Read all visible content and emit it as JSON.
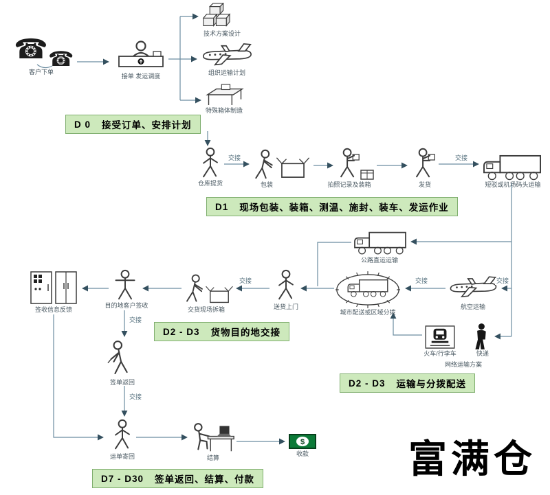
{
  "brand": "富满仓",
  "icons": {
    "phone": "☎",
    "dollar": "$"
  },
  "labels": {
    "handover": "交接"
  },
  "stages": {
    "d0": {
      "code": "D 0",
      "title": "接受订单、安排计划"
    },
    "d1": {
      "code": "D1",
      "title": "现场包装、装箱、测温、施封、装车、发运作业"
    },
    "dest": {
      "code": "D2 - D3",
      "title": "货物目的地交接"
    },
    "transport": {
      "code": "D2 - D3",
      "title": "运输与分拨配送"
    },
    "settle": {
      "code": "D7 - D30",
      "title": "签单返回、结算、付款"
    }
  },
  "nodes": {
    "customer_order": "客户下单",
    "order_dispatch": "接单 发运调度",
    "tech_design": "技术方案设计",
    "transport_plan": "组织运输计划",
    "special_container": "特殊箱体制造",
    "warehouse_pickup": "仓库提货",
    "packing": "包装",
    "photo_boxing": "拍照记录及装箱",
    "ship_out": "发货",
    "shuttle_transport": "短驳或机场码头运输",
    "road_transport": "公路直运运输",
    "city_distribution": "城市配送或区域分拨",
    "air_transport": "航空运输",
    "rail": "火车/行李车",
    "express": "快递",
    "network_plan": "网络运输方案",
    "signoff_feedback": "签收信息反馈",
    "customer_signoff": "目的地客户签收",
    "site_unboxing": "交货现场拆箱",
    "home_delivery": "送货上门",
    "receipt_return": "签单返回",
    "waybill_return": "运单寄回",
    "settlement": "结算",
    "payment": "收款"
  }
}
